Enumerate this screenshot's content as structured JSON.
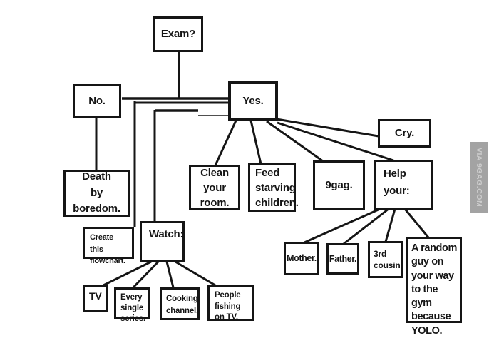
{
  "watermark": {
    "text": "VIA 9GAG.COM"
  },
  "colors": {
    "line": "#151515",
    "background": "#ffffff",
    "watermark_bg": "#a3a3a3",
    "watermark_fg": "#cccccc"
  },
  "nodes": {
    "exam": {
      "label": "Exam?"
    },
    "no": {
      "label": "No."
    },
    "yes": {
      "label": "Yes."
    },
    "cry": {
      "label": "Cry."
    },
    "death": {
      "label": "Death\nby boredom."
    },
    "clean": {
      "label": "Clean\nyour\nroom."
    },
    "feed": {
      "label": "Feed\nstarving\nchildren."
    },
    "gag": {
      "label": "9gag."
    },
    "help": {
      "label": "Help\nyour:"
    },
    "create": {
      "label": "Create\nthis flowchart."
    },
    "watch": {
      "label": "Watch:"
    },
    "mother": {
      "label": "Mother."
    },
    "father": {
      "label": "Father."
    },
    "cousin": {
      "label": "3rd\ncousin."
    },
    "random": {
      "label": "A random\nguy on\nyour way\nto the gym\nbecause\nYOLO."
    },
    "tv": {
      "label": "TV"
    },
    "series": {
      "label": "Every\nsingle\nseries."
    },
    "cooking": {
      "label": "Cooking\nchannel."
    },
    "fishing": {
      "label": "People\nfishing\non TV."
    }
  },
  "edges": [
    [
      251,
      73,
      251,
      139,
      3.5
    ],
    [
      171,
      138,
      322,
      138,
      3.5
    ],
    [
      189,
      144,
      322,
      144,
      3
    ],
    [
      217,
      155,
      278,
      155,
      3.5
    ],
    [
      278,
      162,
      321,
      162,
      1.5
    ],
    [
      189,
      142,
      189,
      319,
      3
    ],
    [
      217,
      154,
      217,
      311,
      3
    ],
    [
      135,
      165,
      135,
      239,
      3
    ],
    [
      331,
      169,
      302,
      232,
      3
    ],
    [
      352,
      169,
      366,
      230,
      3
    ],
    [
      374,
      170,
      453,
      226,
      3
    ],
    [
      388,
      167,
      531,
      191,
      3
    ],
    [
      389,
      172,
      552,
      225,
      3
    ],
    [
      533,
      293,
      427,
      340,
      3
    ],
    [
      545,
      293,
      482,
      342,
      3
    ],
    [
      554,
      293,
      541,
      339,
      3
    ],
    [
      568,
      293,
      601,
      333,
      3
    ],
    [
      212,
      367,
      145,
      400,
      3
    ],
    [
      222,
      367,
      186,
      404,
      3
    ],
    [
      234,
      367,
      243,
      403,
      3
    ],
    [
      246,
      367,
      302,
      400,
      3
    ]
  ]
}
